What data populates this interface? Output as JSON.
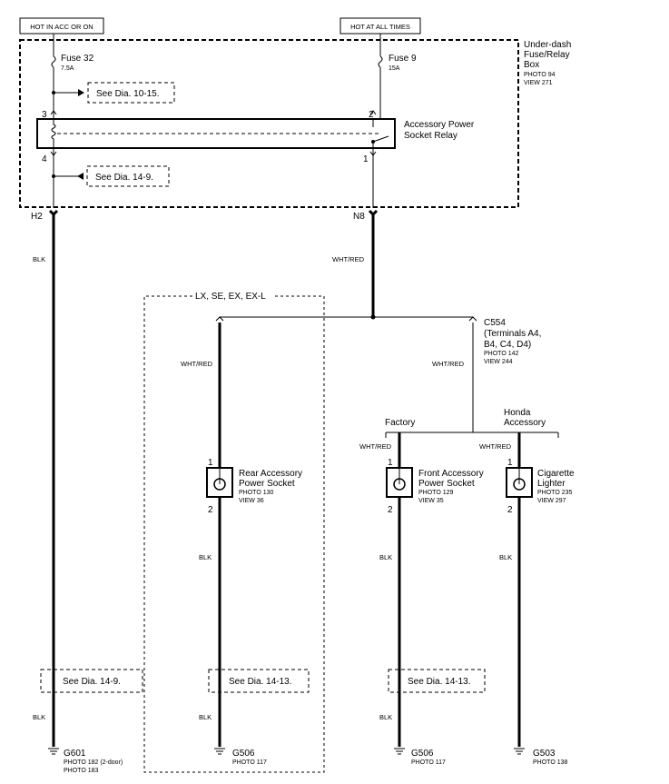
{
  "sources": {
    "left": "HOT IN ACC OR ON",
    "right": "HOT AT ALL TIMES"
  },
  "fusebox": {
    "title_1": "Under-dash",
    "title_2": "Fuse/Relay",
    "title_3": "Box",
    "photo": "PHOTO 94",
    "view": "VIEW 271"
  },
  "fuse32": {
    "name": "Fuse 32",
    "rating": "7.5A"
  },
  "fuse9": {
    "name": "Fuse 9",
    "rating": "15A"
  },
  "relay": {
    "name_1": "Accessory Power",
    "name_2": "Socket Relay",
    "pin3": "3",
    "pin2": "2",
    "pin4": "4",
    "pin1": "1"
  },
  "refs": {
    "dia_10_15": "See Dia. 10-15.",
    "dia_14_9_top": "See Dia. 14-9.",
    "dia_14_9_bottom": "See Dia. 14-9.",
    "dia_14_13_rear": "See Dia. 14-13.",
    "dia_14_13_front": "See Dia. 14-13."
  },
  "connectors": {
    "h2": "H2",
    "n8": "N8"
  },
  "wire_colors": {
    "blk": "BLK",
    "wht_red": "WHT/RED"
  },
  "variant_box": {
    "label": "LX, SE, EX, EX-L"
  },
  "c554": {
    "name": "C554",
    "line_1": "(Terminals A4,",
    "line_2": "B4, C4, D4)",
    "photo": "PHOTO 142",
    "view": "VIEW 244"
  },
  "branches": {
    "factory": "Factory",
    "honda_1": "Honda",
    "honda_2": "Accessory"
  },
  "rear_socket": {
    "name_1": "Rear Accessory",
    "name_2": "Power Socket",
    "photo": "PHOTO 130",
    "view": "VIEW 36",
    "pin_top": "1",
    "pin_bottom": "2"
  },
  "front_socket": {
    "name_1": "Front Accessory",
    "name_2": "Power Socket",
    "photo": "PHOTO 129",
    "view": "VIEW 35",
    "pin_top": "1",
    "pin_bottom": "2"
  },
  "lighter": {
    "name_1": "Cigarette",
    "name_2": "Lighter",
    "photo": "PHOTO 235",
    "view": "VIEW 297",
    "pin_top": "1",
    "pin_bottom": "2"
  },
  "grounds": {
    "g601": {
      "name": "G601",
      "photo_1": "PHOTO 182 (2-door)",
      "photo_2": "PHOTO 183"
    },
    "g506_rear": {
      "name": "G506",
      "photo": "PHOTO 117"
    },
    "g506_front": {
      "name": "G506",
      "photo": "PHOTO 117"
    },
    "g503": {
      "name": "G503",
      "photo": "PHOTO 138"
    }
  }
}
